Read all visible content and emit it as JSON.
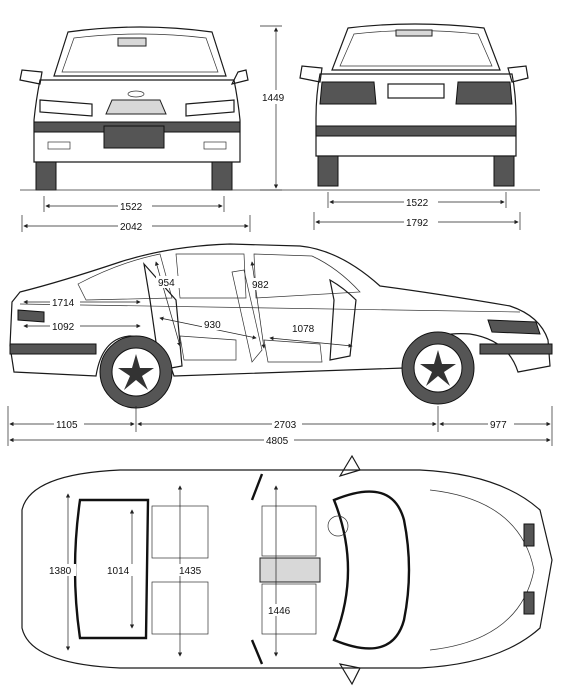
{
  "views": {
    "front": {
      "height": "1449",
      "track": "1522",
      "width": "2042"
    },
    "rear": {
      "track": "1522",
      "width": "1792"
    },
    "side": {
      "interior_length_1": "1714",
      "interior_length_2": "1092",
      "rear_headroom": "954",
      "front_headroom": "982",
      "rear_legroom": "930",
      "front_legroom": "1078",
      "rear_overhang": "1105",
      "wheelbase": "2703",
      "front_overhang": "977",
      "length": "4805"
    },
    "top": {
      "trunk_length": "1380",
      "trunk_opening": "1014",
      "rear_shoulder": "1435",
      "front_shoulder": "1446"
    }
  }
}
